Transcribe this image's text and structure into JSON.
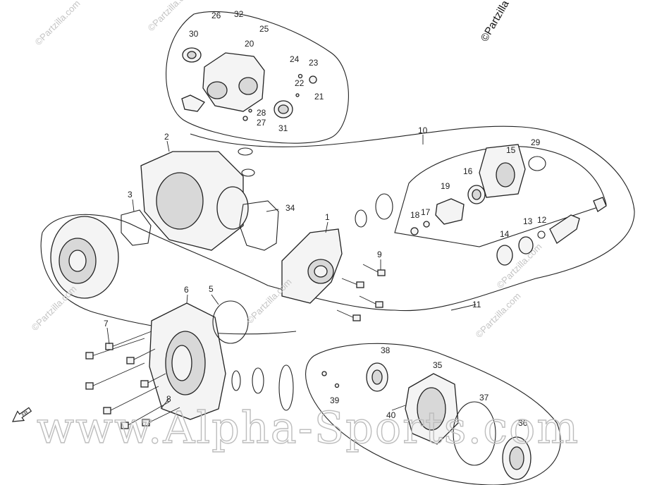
{
  "watermark": {
    "site": "www.Alpha-Sports.com",
    "repeat_text": "©Partzilla.com",
    "corner_text": "©Partzilla"
  },
  "callouts": [
    "1",
    "2",
    "3",
    "5",
    "6",
    "7",
    "8",
    "9",
    "10",
    "11",
    "12",
    "13",
    "14",
    "15",
    "16",
    "17",
    "18",
    "19",
    "20",
    "21",
    "22",
    "23",
    "24",
    "25",
    "26",
    "27",
    "28",
    "29",
    "30",
    "31",
    "32",
    "34",
    "35",
    "36",
    "37",
    "38",
    "39",
    "40"
  ],
  "front_label": "FR"
}
